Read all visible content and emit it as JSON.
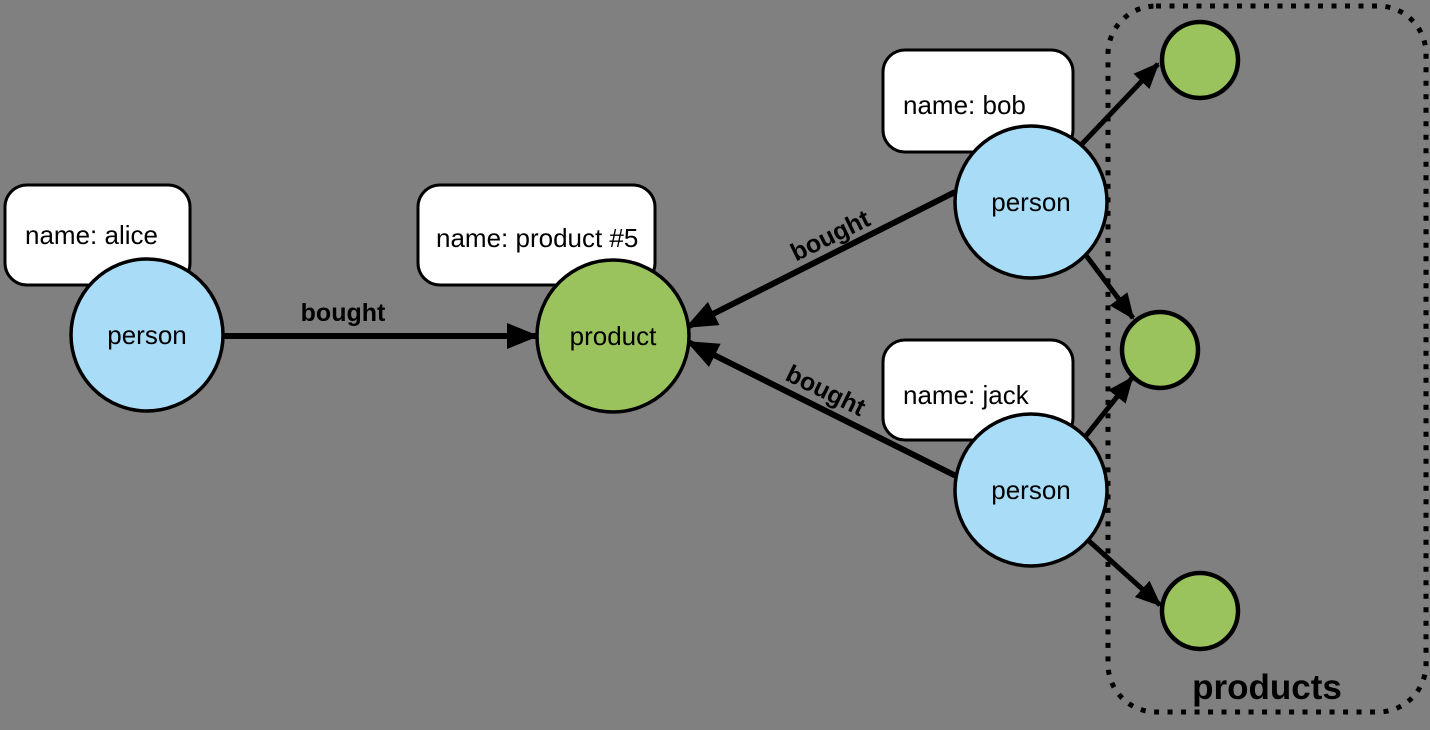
{
  "colors": {
    "background": "#808080",
    "person_fill": "#a9dcf7",
    "product_fill": "#9ac35e",
    "box_fill": "#ffffff",
    "line": "#000000"
  },
  "nodes": {
    "alice": {
      "label": "person",
      "property": "name: alice"
    },
    "bob": {
      "label": "person",
      "property": "name: bob"
    },
    "jack": {
      "label": "person",
      "property": "name: jack"
    },
    "product": {
      "label": "product",
      "property": "name: product #5"
    }
  },
  "edges": {
    "alice_bought": {
      "label": "bought"
    },
    "bob_bought": {
      "label": "bought"
    },
    "jack_bought": {
      "label": "bought"
    }
  },
  "products_group": {
    "label": "products",
    "product_count": 3
  }
}
